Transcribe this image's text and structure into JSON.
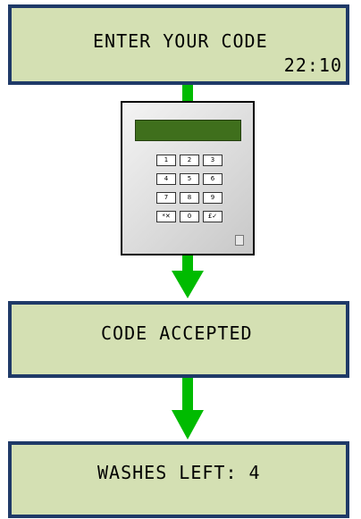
{
  "colors": {
    "lcd_background": "#d4e0b3",
    "lcd_border": "#1f3a68",
    "arrow": "#00bb00",
    "keypad_screen": "#3f6f1c"
  },
  "screens": {
    "enter_code": {
      "line1": "ENTER YOUR CODE",
      "time": "22:10"
    },
    "accepted": {
      "line1": "CODE ACCEPTED"
    },
    "washes": {
      "line1": "WASHES LEFT: 4"
    }
  },
  "keypad": {
    "keys": [
      "1",
      "2",
      "3",
      "4",
      "5",
      "6",
      "7",
      "8",
      "9",
      "*✕",
      "0",
      "£✓"
    ]
  }
}
